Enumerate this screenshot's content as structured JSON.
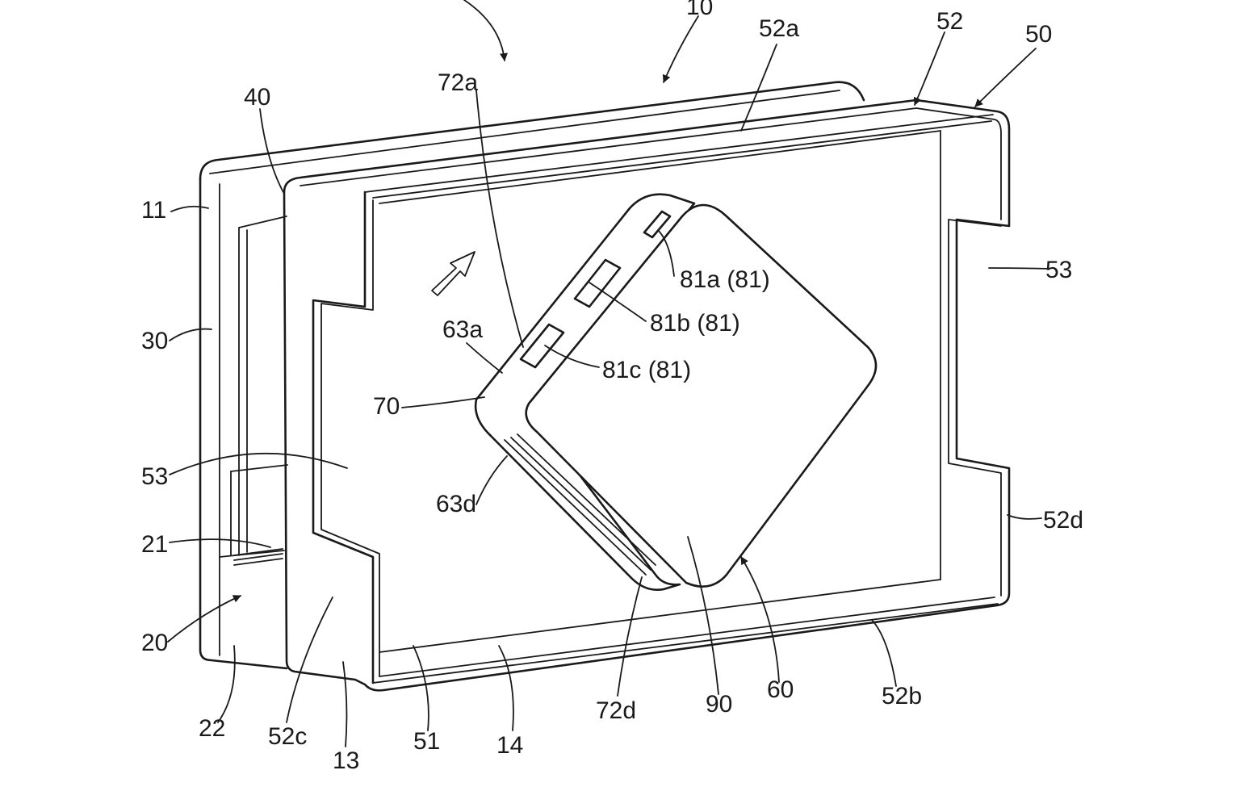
{
  "figure": {
    "labels": {
      "l10": "10",
      "l52a": "52a",
      "l52": "52",
      "l50": "50",
      "l72a": "72a",
      "l40": "40",
      "l11": "11",
      "l53_right": "53",
      "l81a": "81a (81)",
      "l81b": "81b (81)",
      "l81c": "81c (81)",
      "l63a": "63a",
      "l30": "30",
      "l70": "70",
      "l53_left": "53",
      "l63d": "63d",
      "l52d": "52d",
      "l21": "21",
      "l20": "20",
      "l22": "22",
      "l52c": "52c",
      "l13": "13",
      "l51": "51",
      "l14": "14",
      "l72d": "72d",
      "l90": "90",
      "l60": "60",
      "l52b": "52b"
    }
  }
}
